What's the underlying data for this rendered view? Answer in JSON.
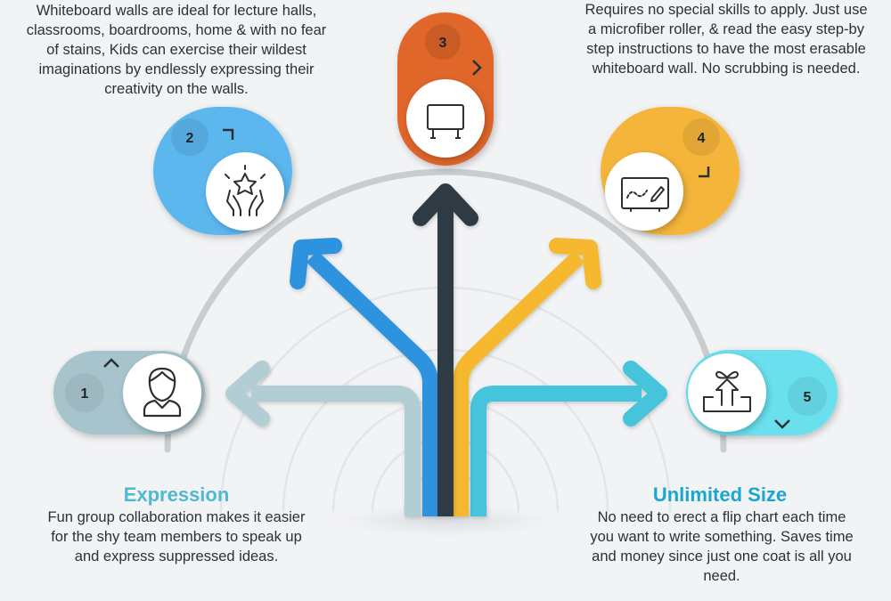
{
  "steps": [
    {
      "number": "1",
      "color": "#a7c4cc",
      "icon": "person-icon"
    },
    {
      "number": "2",
      "color": "#5bb7ef",
      "icon": "hands-star-icon"
    },
    {
      "number": "3",
      "color": "#e0662b",
      "icon": "whiteboard-stand-icon"
    },
    {
      "number": "4",
      "color": "#f5b53b",
      "icon": "whiteboard-drawing-icon"
    },
    {
      "number": "5",
      "color": "#6be0ef",
      "icon": "expand-box-icon"
    }
  ],
  "top_left": {
    "text": "Whiteboard walls are ideal for lecture halls, classrooms, boardrooms, home & with no fear of stains, Kids can exercise their wildest imaginations by endlessly expressing their creativity on the walls."
  },
  "top_right": {
    "text": "Requires no special skills to apply. Just use a microfiber roller, & read the easy step-by step instructions to have the most erasable whiteboard wall. No scrubbing is needed."
  },
  "bottom_left": {
    "title": "Expression",
    "text": "Fun group collaboration makes it easier for the shy team members to speak up and express suppressed ideas."
  },
  "bottom_right": {
    "title": "Unlimited Size",
    "text": "No need to erect a flip chart each time you want to write something. Saves time and money since just one coat is all you need."
  },
  "colors": {
    "arrow1": "#b2cdd3",
    "arrow2": "#2e93de",
    "arrow3": "#2f3a44",
    "arrow4": "#f6b82e",
    "arrow5": "#45c4dc",
    "arc": "#c9cdcf",
    "title_left": "#4fb9d1",
    "title_right": "#1aa6cf"
  }
}
